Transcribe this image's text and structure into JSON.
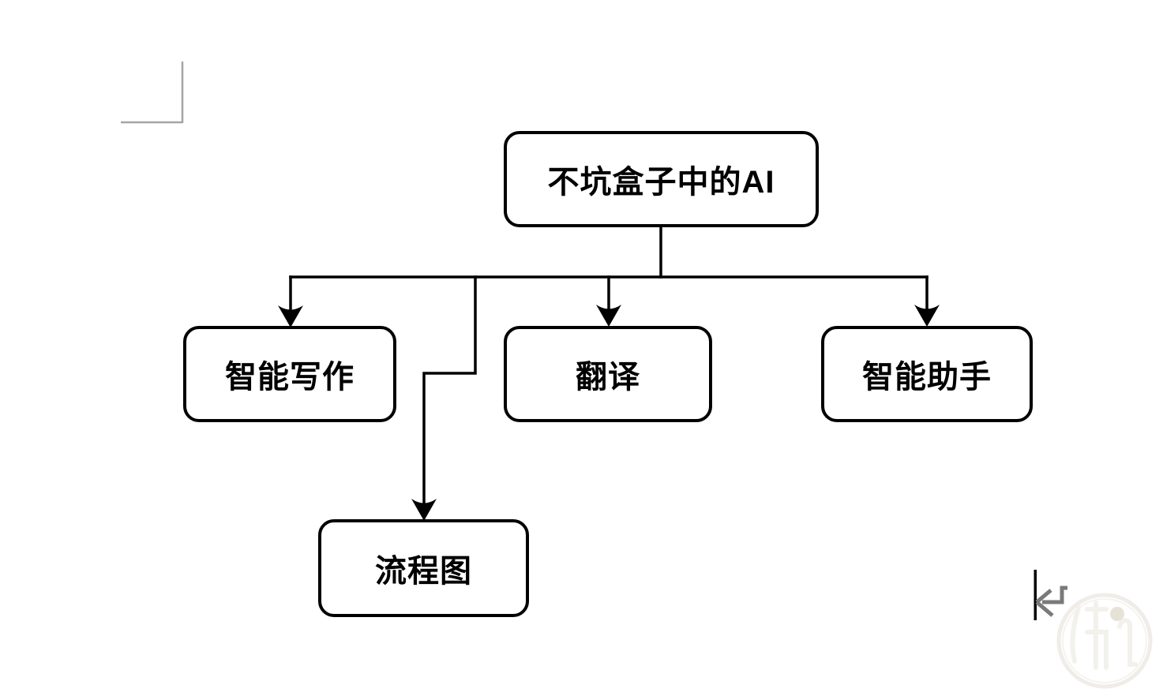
{
  "page": {
    "background_color": "#ffffff",
    "kind": "word-processor page with embedded flowchart"
  },
  "diagram": {
    "type": "flowchart",
    "direction": "top-down",
    "stroke_color": "#000000",
    "node_fill_color": "#ffffff",
    "node_border_color": "#000000",
    "nodes": [
      {
        "id": "root",
        "label": "不坑盒子中的AI"
      },
      {
        "id": "smart-writing",
        "label": "智能写作"
      },
      {
        "id": "translate",
        "label": "翻译"
      },
      {
        "id": "smart-assistant",
        "label": "智能助手"
      },
      {
        "id": "flowchart",
        "label": "流程图"
      }
    ],
    "edges": [
      {
        "from": "root",
        "to": "smart-writing"
      },
      {
        "from": "root",
        "to": "translate"
      },
      {
        "from": "root",
        "to": "smart-assistant"
      },
      {
        "from": "root",
        "to": "flowchart"
      }
    ]
  },
  "editor_marks": {
    "margin_corner_mark_color": "#a5a5a5",
    "text_cursor_color": "#000000",
    "return_mark_glyph": "↵",
    "return_mark_color": "#7a7a7a"
  },
  "watermark": {
    "ring_color": "#f0ede8",
    "glyph_color": "#f3f1ec",
    "dot_color": "#e7e2d7"
  }
}
